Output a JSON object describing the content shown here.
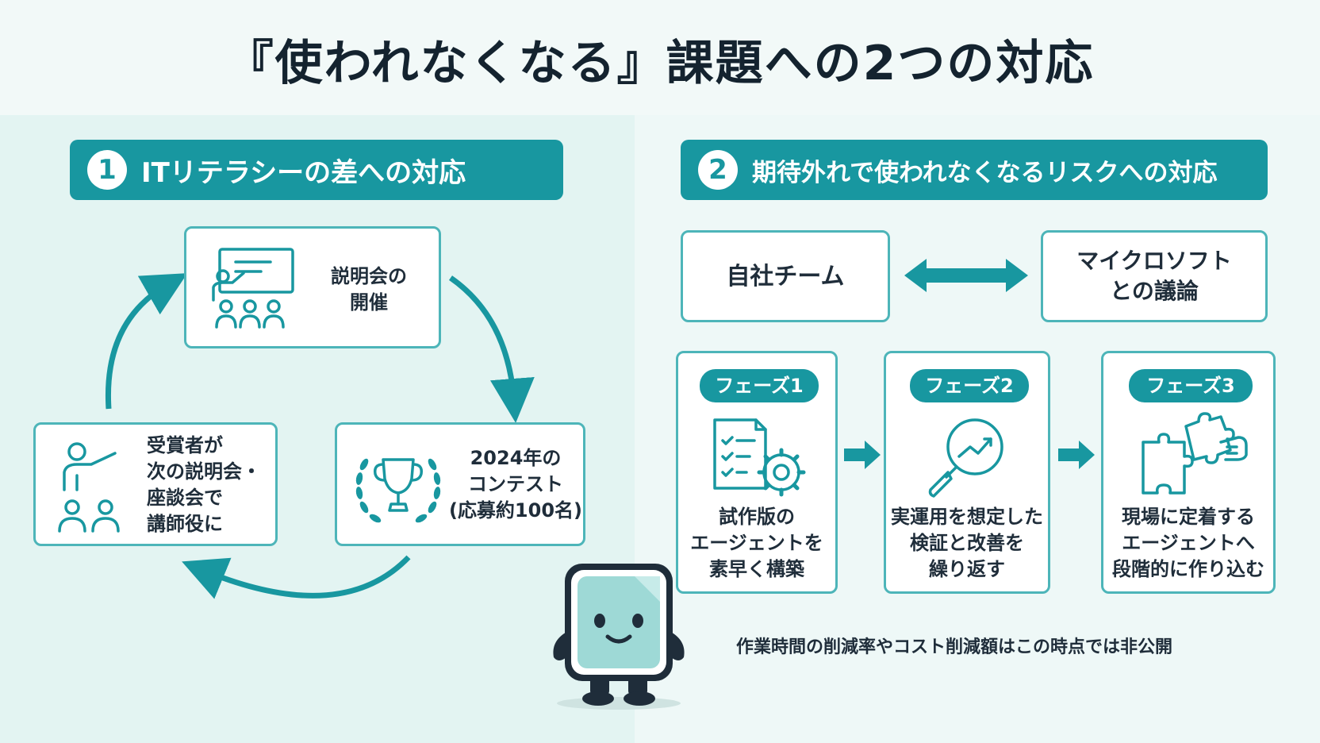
{
  "title": "『使われなくなる』課題への2つの対応",
  "section1": {
    "number": "1",
    "heading": "ITリテラシーの差への対応",
    "cards": {
      "briefing": "説明会の\n開催",
      "contest": "2024年の\nコンテスト\n(応募約100名)",
      "winners": "受賞者が\n次の説明会・\n座談会で\n講師役に"
    }
  },
  "section2": {
    "number": "2",
    "heading": "期待外れで使われなくなるリスクへの対応",
    "own_team": "自社チーム",
    "microsoft": "マイクロソフト\nとの議論",
    "phases": [
      {
        "label": "フェーズ1",
        "text": "試作版の\nエージェントを\n素早く構築",
        "icon": "document-gear-icon"
      },
      {
        "label": "フェーズ2",
        "text": "実運用を想定した\n検証と改善を\n繰り返す",
        "icon": "magnifier-chart-icon"
      },
      {
        "label": "フェーズ3",
        "text": "現場に定着する\nエージェントへ\n段階的に作り込む",
        "icon": "puzzle-hand-icon"
      }
    ],
    "note": "作業時間の削減率やコスト削減額はこの時点では非公開"
  },
  "colors": {
    "accent": "#1897a0",
    "border": "#4db5b9",
    "mascot_face": "#9ed9d6"
  }
}
